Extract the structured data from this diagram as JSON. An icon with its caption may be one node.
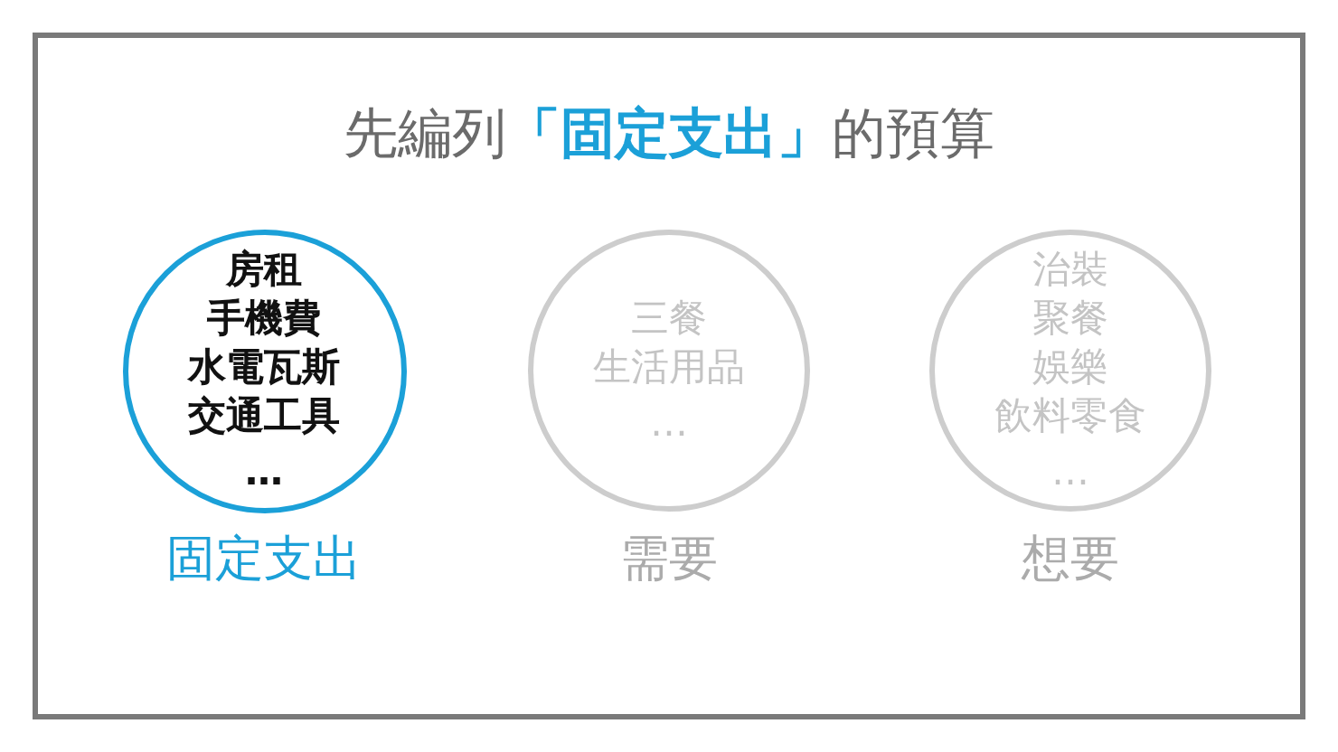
{
  "diagram": {
    "title": "先編列**「固定支出」**的預算",
    "nodes": [
      {
        "text": [
          "房租",
          "手機費",
          "水電瓦斯",
          "交通工具",
          "…"
        ],
        "beside": [
          "固定支出"
        ]
      },
      {
        "text": [
          "三餐",
          "生活用品",
          "…"
        ],
        "beside": [
          "需要"
        ]
      },
      {
        "text": [
          "治裝",
          "聚餐",
          "娛樂",
          "飲料零食",
          "…"
        ],
        "beside": [
          "想要"
        ]
      }
    ]
  }
}
